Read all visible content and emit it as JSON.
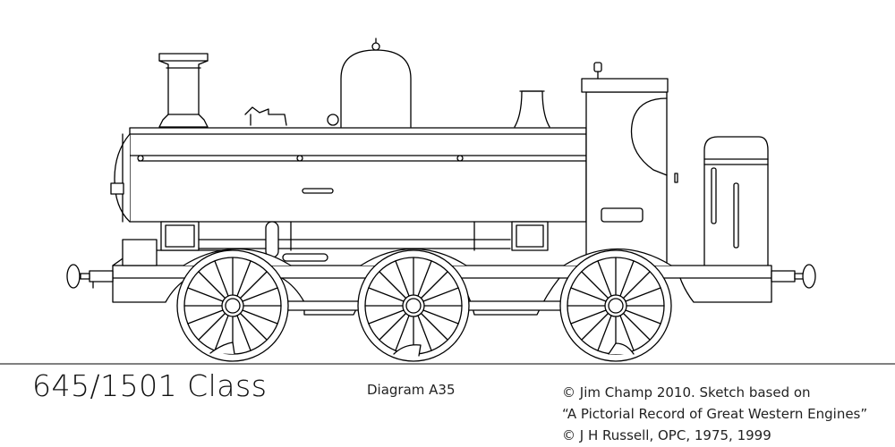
{
  "title": "645/1501 Class",
  "diagram_ref": "Diagram A35",
  "credits": [
    "© Jim Champ 2010. Sketch based on",
    "“A Pictorial Record of Great Western Engines”",
    "© J H Russell, OPC, 1975, 1999"
  ],
  "colors": {
    "line": "#000000",
    "background": "#ffffff"
  }
}
